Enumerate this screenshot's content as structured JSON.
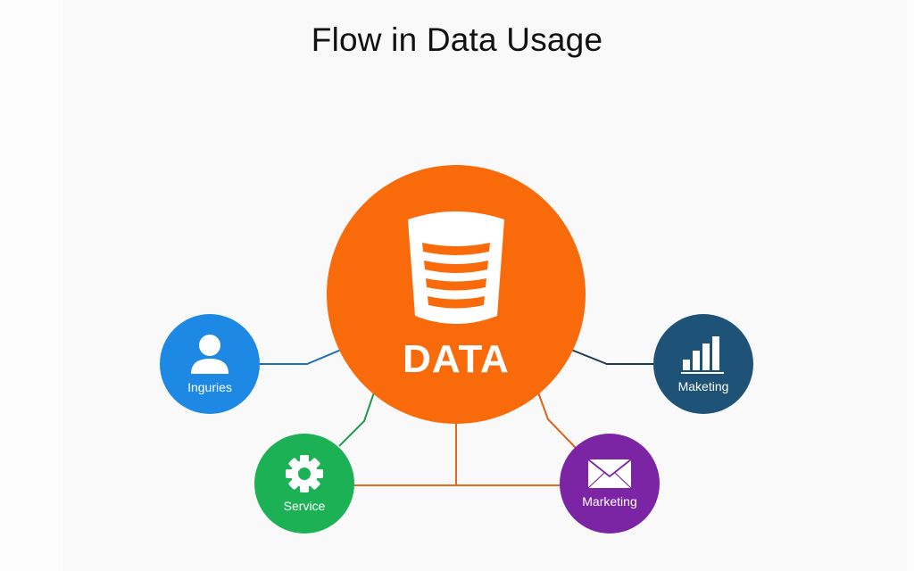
{
  "title": "Flow in Data Usage",
  "colors": {
    "hub": "#F96A0A",
    "inquiries": "#1E88E5",
    "marketing_chart": "#1E5277",
    "service": "#1DB155",
    "marketing_mail": "#7B25A5"
  },
  "hub": {
    "label": "DATA",
    "icon": "database-icon"
  },
  "nodes": [
    {
      "id": "inquiries",
      "label": "Inguries",
      "icon": "user-icon"
    },
    {
      "id": "marketing-chart",
      "label": "Maketing",
      "icon": "bar-chart-icon"
    },
    {
      "id": "service",
      "label": "Service",
      "icon": "gear-icon"
    },
    {
      "id": "marketing-mail",
      "label": "Marketing",
      "icon": "envelope-icon"
    }
  ]
}
